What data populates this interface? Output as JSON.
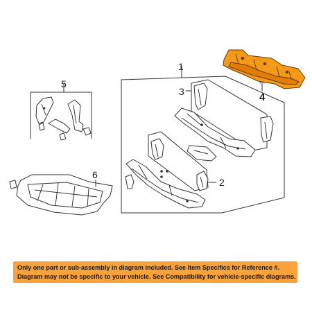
{
  "diagram": {
    "callouts": [
      "1",
      "2",
      "3",
      "4",
      "5",
      "6"
    ],
    "colors": {
      "line": "#333333",
      "highlight": "#f39a1b",
      "highlight_dark": "#8a4a00",
      "notice_bg": "#f7a23a"
    }
  },
  "notice": {
    "line1": "Only one part or sub-assembly in diagram included. See Item Specifics for Reference #.",
    "line2": "Diagram may not be specific to your vehicle. See Compatibility for vehicle-specific diagrams."
  }
}
